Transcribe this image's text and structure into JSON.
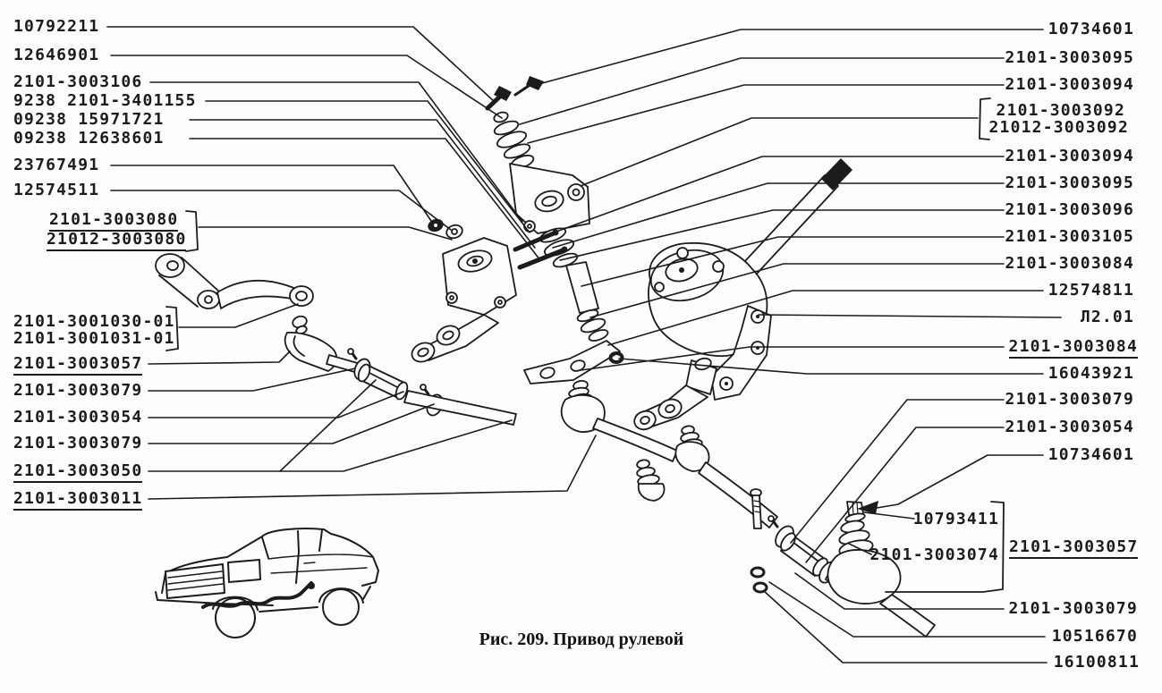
{
  "page": {
    "paper_color": "#fdfdfd",
    "ink_color": "#1c1c1c"
  },
  "figure": {
    "caption": "Рис. 209. Привод рулевой"
  },
  "labels_left": [
    {
      "text": "10792211",
      "underlined": false
    },
    {
      "text": "12646901",
      "underlined": false
    },
    {
      "text": "2101-3003106",
      "underlined": false
    },
    {
      "text": "9238 2101-3401155",
      "underlined": false
    },
    {
      "text": "09238 15971721",
      "underlined": false
    },
    {
      "text": "09238 12638601",
      "underlined": false
    },
    {
      "text": "23767491",
      "underlined": false
    },
    {
      "text": "12574511",
      "underlined": false
    },
    {
      "text": "2101-3003080",
      "underlined": true
    },
    {
      "text": "21012-3003080",
      "underlined": true
    },
    {
      "text": "2101-3001030-01",
      "underlined": false
    },
    {
      "text": "2101-3001031-01",
      "underlined": false
    },
    {
      "text": "2101-3003057",
      "underlined": true
    },
    {
      "text": "2101-3003079",
      "underlined": false
    },
    {
      "text": "2101-3003054",
      "underlined": false
    },
    {
      "text": "2101-3003079",
      "underlined": false
    },
    {
      "text": "2101-3003050",
      "underlined": true
    },
    {
      "text": "2101-3003011",
      "underlined": true
    }
  ],
  "labels_right": [
    {
      "text": "10734601",
      "underlined": false
    },
    {
      "text": "2101-3003095",
      "underlined": false
    },
    {
      "text": "2101-3003094",
      "underlined": false
    },
    {
      "text": "2101-3003092",
      "underlined": false
    },
    {
      "text": "21012-3003092",
      "underlined": false
    },
    {
      "text": "2101-3003094",
      "underlined": false
    },
    {
      "text": "2101-3003095",
      "underlined": false
    },
    {
      "text": "2101-3003096",
      "underlined": false
    },
    {
      "text": "2101-3003105",
      "underlined": false
    },
    {
      "text": "2101-3003084",
      "underlined": false
    },
    {
      "text": "12574811",
      "underlined": false
    },
    {
      "text": "Л2.01",
      "underlined": false
    },
    {
      "text": "2101-3003084",
      "underlined": true
    },
    {
      "text": "16043921",
      "underlined": false
    },
    {
      "text": "2101-3003079",
      "underlined": false
    },
    {
      "text": "2101-3003054",
      "underlined": false
    },
    {
      "text": "10734601",
      "underlined": false
    },
    {
      "text": "10793411",
      "underlined": false
    },
    {
      "text": "2101-3003074",
      "underlined": false
    },
    {
      "text": "2101-3003057",
      "underlined": true
    },
    {
      "text": "2101-3003079",
      "underlined": false
    },
    {
      "text": "10516670",
      "underlined": false
    },
    {
      "text": "16100811",
      "underlined": false
    }
  ]
}
